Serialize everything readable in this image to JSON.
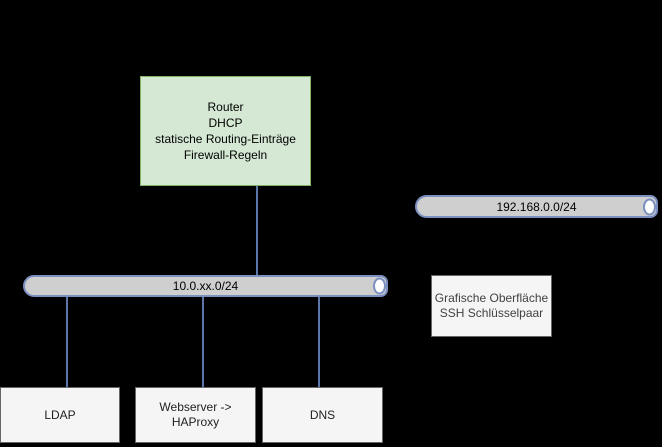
{
  "colors": {
    "canvas-bg": "#000000",
    "router-fill": "#d5e8d4",
    "router-border": "#82b366",
    "bus-fill": "#cfcfcf",
    "bus-border": "#7b8fc1",
    "bus-endcap-fill": "#ffffff",
    "connector": "#5d76a9",
    "box-fill": "#f5f5f5",
    "box-border": "#666666",
    "text-dark": "#1f1f1f",
    "text-gray": "#424242"
  },
  "router": {
    "lines": [
      "Router",
      "DHCP",
      "statische Routing-Einträge",
      "Firewall-Regeln"
    ]
  },
  "networks": {
    "net_192": {
      "label": "192.168.0.0/24"
    },
    "net_10": {
      "label": "10.0.xx.0/24"
    }
  },
  "gui_note": {
    "lines": [
      "Grafische Oberfläche",
      "SSH Schlüsselpaar"
    ]
  },
  "servers": {
    "ldap": {
      "label": "LDAP"
    },
    "web": {
      "lines": [
        "Webserver ->",
        "HAProxy"
      ]
    },
    "dns": {
      "label": "DNS"
    }
  }
}
